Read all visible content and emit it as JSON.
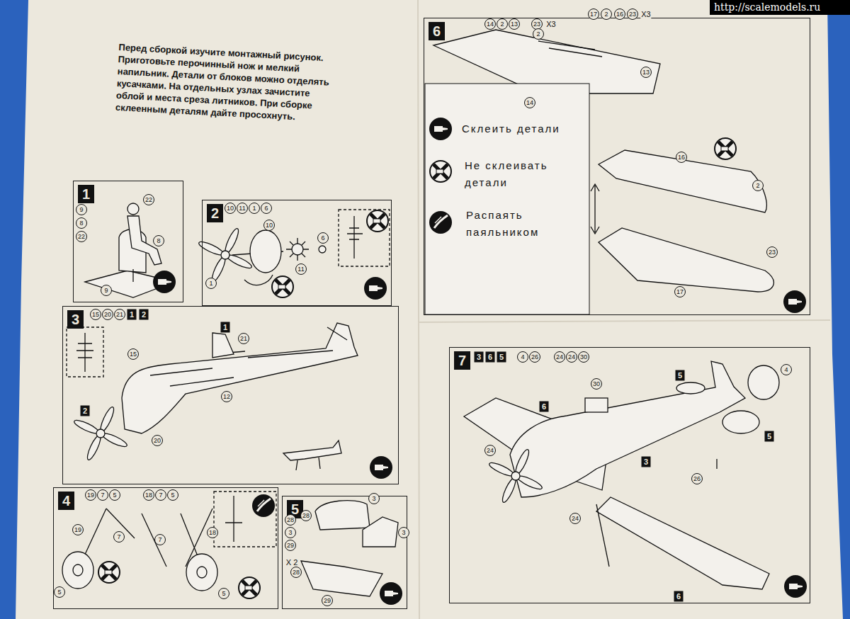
{
  "diagram": {
    "nodes": [
      {
        "text": [
          "1"
        ]
      },
      {
        "text": [
          "2"
        ]
      },
      {
        "text": [
          "3"
        ]
      },
      {
        "text": [
          "4"
        ]
      },
      {
        "text": [
          "5"
        ]
      },
      {
        "text": [
          "6"
        ]
      },
      {
        "text": [
          "7"
        ]
      }
    ],
    "labels": [
      "http://scalemodels.ru",
      "Перед сборкой изучите монтажный рисунок. Приготовьте перочинный нож и мелкий напильник. Детали от блоков можно отделять кусачками. На отдельных узлах зачистите облой и места среза литников. При сборке склеенным деталям дайте просохнуть.",
      "9",
      "8",
      "22",
      "22",
      "8",
      "9",
      "10",
      "11",
      "1",
      "6",
      "10",
      "6",
      "1",
      "11",
      "15",
      "20",
      "21",
      "1",
      "2",
      "1",
      "21",
      "15",
      "2",
      "20",
      "12",
      "19",
      "7",
      "5",
      "18",
      "7",
      "5",
      "19",
      "7",
      "5",
      "7",
      "18",
      "5",
      "28",
      "3",
      "29",
      "X 2",
      "3",
      "28",
      "3",
      "28",
      "29",
      "14",
      "2",
      "13",
      "23",
      "X3",
      "17",
      "2",
      "16",
      "23",
      "X3",
      "2",
      "13",
      "14",
      "16",
      "2",
      "23",
      "17",
      "3",
      "6",
      "5",
      "4",
      "26",
      "24",
      "24",
      "30",
      "30",
      "5",
      "4",
      "6",
      "3",
      "24",
      "24",
      "5",
      "26",
      "6"
    ],
    "legend": [
      {
        "text": "Склеить детали"
      },
      {
        "text": "Не склеивать детали"
      },
      {
        "text": "Распаять паяльником"
      }
    ]
  }
}
